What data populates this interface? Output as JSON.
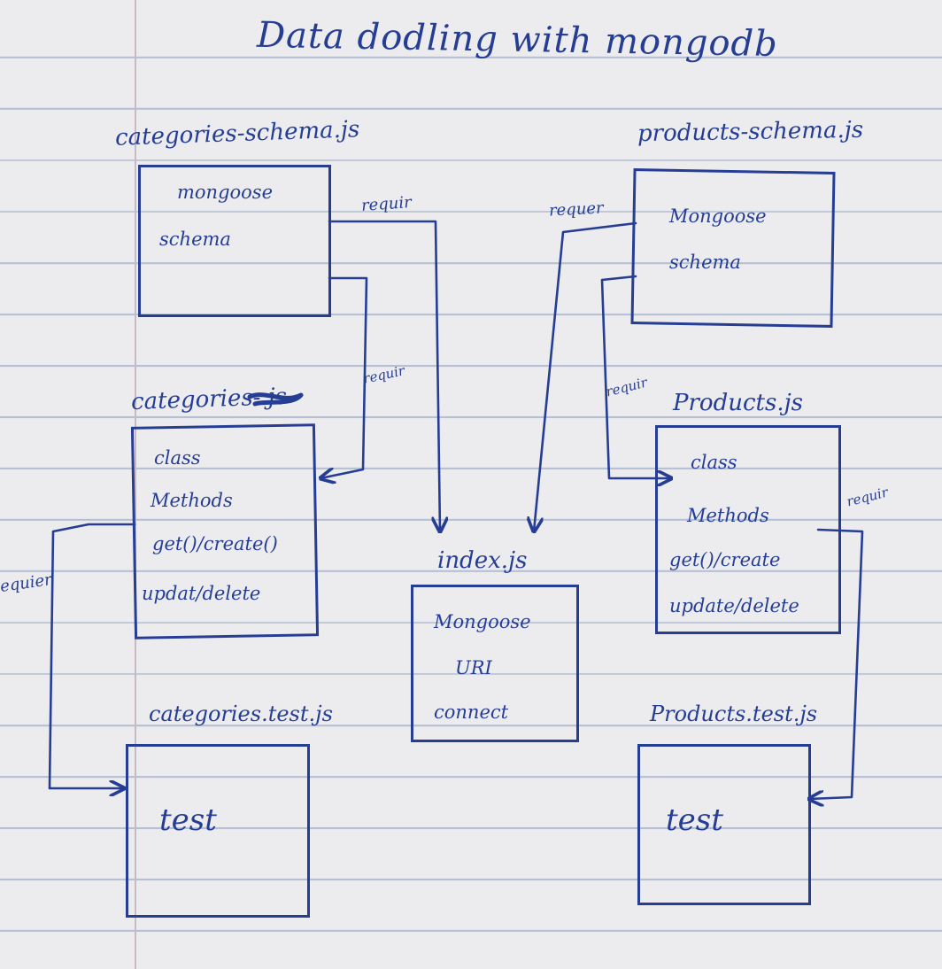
{
  "title": "Data dodling with mongodb",
  "ink_color": "#253e94",
  "arrow_label": "requir",
  "boxes": {
    "categories_schema": {
      "name": "categories-schema.js",
      "items": [
        "mongoose",
        "schema"
      ]
    },
    "products_schema": {
      "name": "products-schema.js",
      "items": [
        "Mongoose",
        "schema"
      ]
    },
    "categories": {
      "name": "categories-.js",
      "items": [
        "class",
        "Methods",
        "get()/create()",
        "updat/delete"
      ]
    },
    "products": {
      "name": "Products.js",
      "items": [
        "class",
        "Methods",
        "get()/create",
        "update/delete"
      ]
    },
    "index": {
      "name": "index.js",
      "items": [
        "Mongoose",
        "URI",
        "connect"
      ]
    },
    "categories_test": {
      "name": "categories.test.js",
      "items": [
        "test"
      ]
    },
    "products_test": {
      "name": "Products.test.js",
      "items": [
        "test"
      ]
    }
  },
  "edge_labels": [
    "requir",
    "requer",
    "requir",
    "requir",
    "requir",
    "equier"
  ]
}
